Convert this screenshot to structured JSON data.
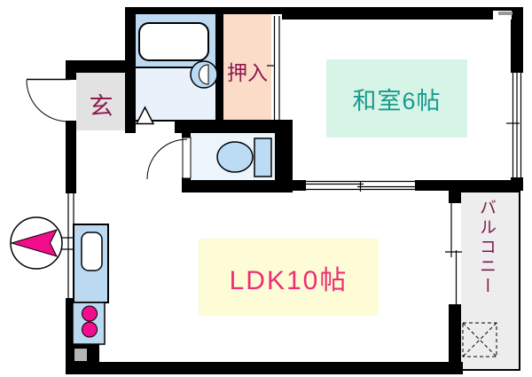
{
  "floorplan": {
    "rooms": {
      "washitsu_label": "和室6帖",
      "ldk_label": "LDK10帖",
      "oshiire_label": "押入",
      "genkan_label": "玄",
      "balcony_label": "バルコニー"
    },
    "colors": {
      "wall": "#000000",
      "washitsu_label_bg": "#d7f5e7",
      "washitsu_label_text": "#1a9a8e",
      "ldk_label_bg": "#fdfcd6",
      "ldk_label_text": "#ee2d75",
      "oshiire_bg": "#fbdcc8",
      "bath_bg": "#bddaf3",
      "washroom_bg": "#e9f2fb",
      "toilet_bg": "#ecf4fc",
      "genkan_bg": "#e2e2e2",
      "balcony_bg": "#ededed",
      "fixture_blue": "#bcd9f2",
      "accent_magenta": "#f20d8c",
      "room_text": "#8e1a4e"
    }
  }
}
